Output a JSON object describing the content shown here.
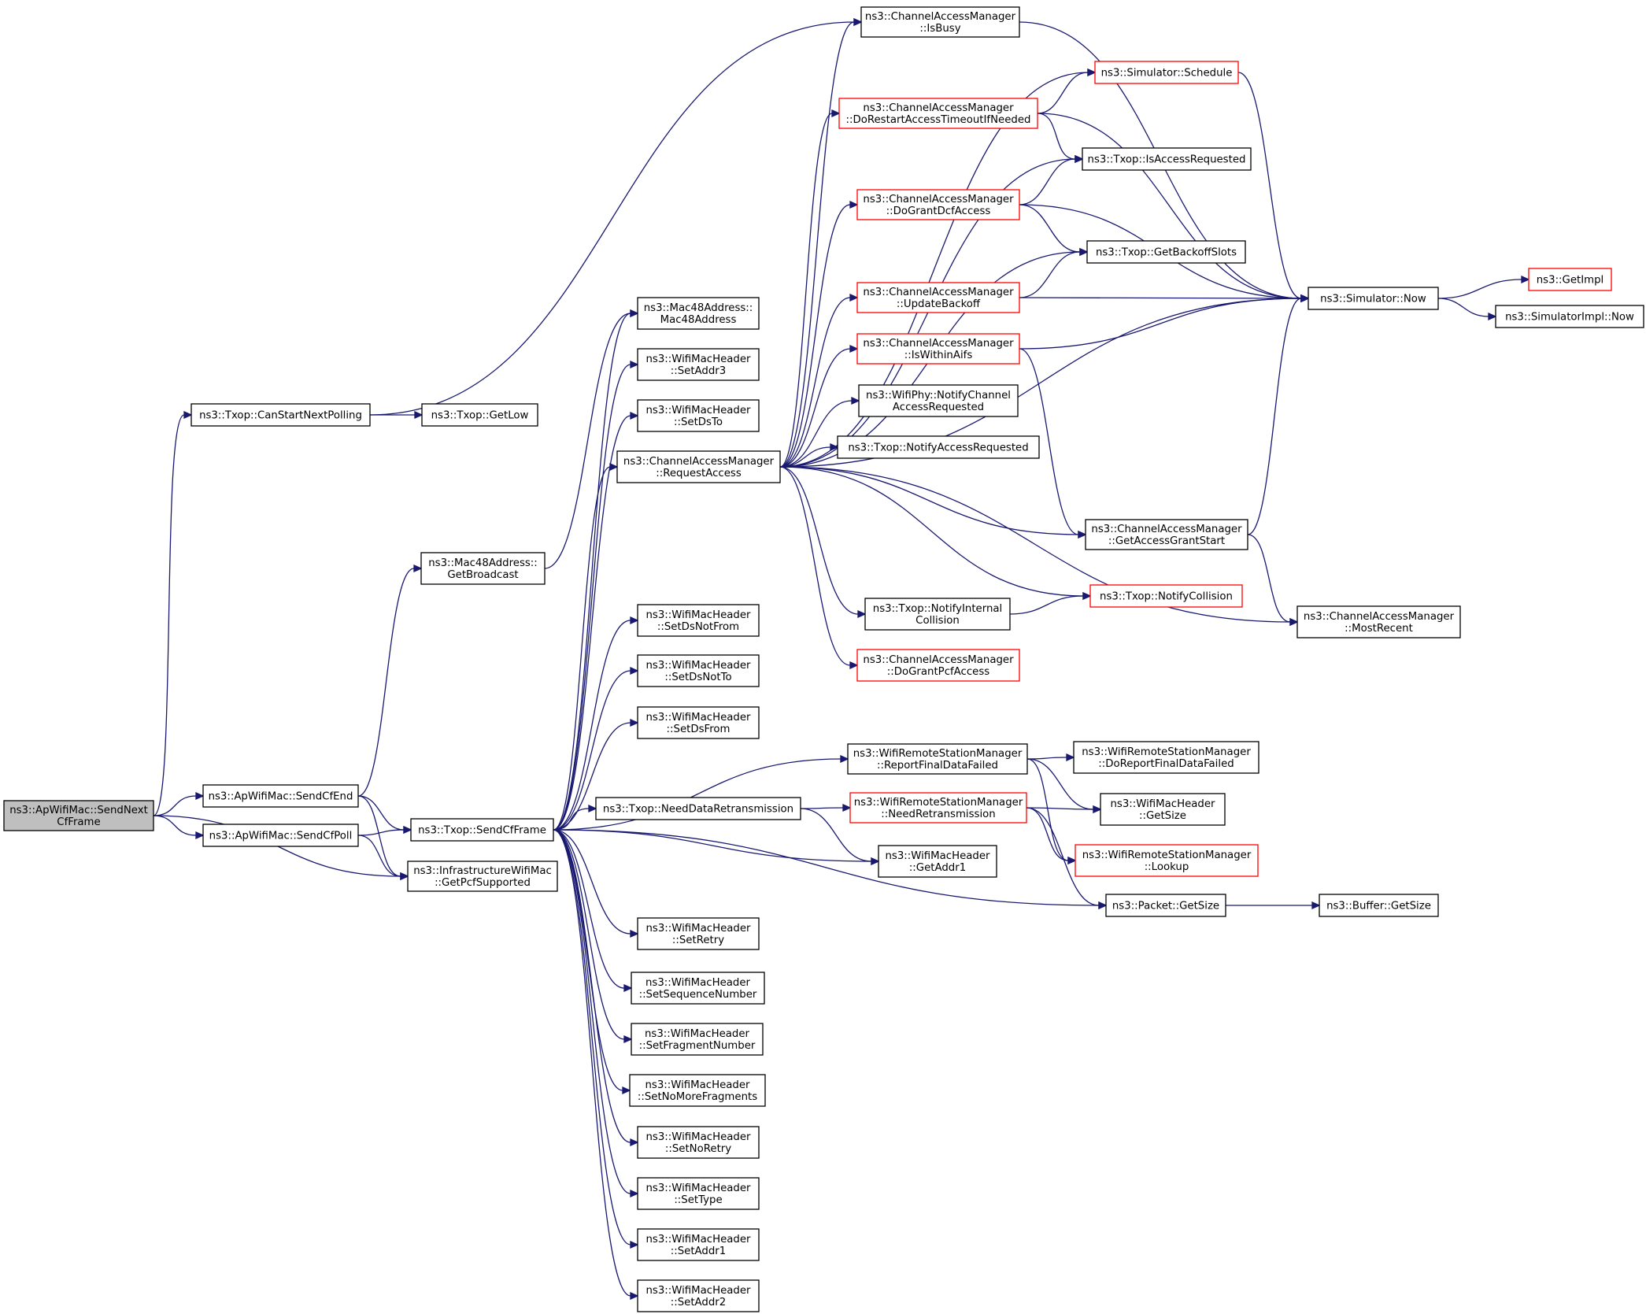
{
  "colors": {
    "edge": "#191970",
    "border": "#000000",
    "border_truncated": "#ff0000",
    "root_fill": "#bfbfbf",
    "fill": "#ffffff"
  },
  "nodes": [
    {
      "id": "root",
      "lines": [
        "ns3::ApWifiMac::SendNext",
        "CfFrame"
      ],
      "variant": "root"
    },
    {
      "id": "canstart",
      "lines": [
        "ns3::Txop::CanStartNextPolling"
      ]
    },
    {
      "id": "getlow",
      "lines": [
        "ns3::Txop::GetLow"
      ]
    },
    {
      "id": "isbusy",
      "lines": [
        "ns3::ChannelAccessManager",
        "::IsBusy"
      ]
    },
    {
      "id": "schedule",
      "lines": [
        "ns3::Simulator::Schedule"
      ],
      "variant": "red"
    },
    {
      "id": "dorestart",
      "lines": [
        "ns3::ChannelAccessManager",
        "::DoRestartAccessTimeoutIfNeeded"
      ],
      "variant": "red"
    },
    {
      "id": "isaccreq",
      "lines": [
        "ns3::Txop::IsAccessRequested"
      ]
    },
    {
      "id": "dograntdcf",
      "lines": [
        "ns3::ChannelAccessManager",
        "::DoGrantDcfAccess"
      ],
      "variant": "red"
    },
    {
      "id": "getbackoff",
      "lines": [
        "ns3::Txop::GetBackoffSlots"
      ]
    },
    {
      "id": "updbackoff",
      "lines": [
        "ns3::ChannelAccessManager",
        "::UpdateBackoff"
      ],
      "variant": "red"
    },
    {
      "id": "simnow",
      "lines": [
        "ns3::Simulator::Now"
      ]
    },
    {
      "id": "getimpl",
      "lines": [
        "ns3::GetImpl"
      ],
      "variant": "red"
    },
    {
      "id": "simimplnow",
      "lines": [
        "ns3::SimulatorImpl::Now"
      ]
    },
    {
      "id": "iswithin",
      "lines": [
        "ns3::ChannelAccessManager",
        "::IsWithinAifs"
      ],
      "variant": "red"
    },
    {
      "id": "mac48",
      "lines": [
        "ns3::Mac48Address::",
        "Mac48Address"
      ]
    },
    {
      "id": "setaddr3",
      "lines": [
        "ns3::WifiMacHeader",
        "::SetAddr3"
      ]
    },
    {
      "id": "setdsto",
      "lines": [
        "ns3::WifiMacHeader",
        "::SetDsTo"
      ]
    },
    {
      "id": "reqacc",
      "lines": [
        "ns3::ChannelAccessManager",
        "::RequestAccess"
      ]
    },
    {
      "id": "phynotify",
      "lines": [
        "ns3::WifiPhy::NotifyChannel",
        "AccessRequested"
      ]
    },
    {
      "id": "txnotifyacc",
      "lines": [
        "ns3::Txop::NotifyAccessRequested"
      ]
    },
    {
      "id": "getbcast",
      "lines": [
        "ns3::Mac48Address::",
        "GetBroadcast"
      ]
    },
    {
      "id": "getaccgrant",
      "lines": [
        "ns3::ChannelAccessManager",
        "::GetAccessGrantStart"
      ]
    },
    {
      "id": "notifyint",
      "lines": [
        "ns3::Txop::NotifyInternal",
        "Collision"
      ]
    },
    {
      "id": "notifycoll",
      "lines": [
        "ns3::Txop::NotifyCollision"
      ],
      "variant": "red"
    },
    {
      "id": "mostrecent",
      "lines": [
        "ns3::ChannelAccessManager",
        "::MostRecent"
      ]
    },
    {
      "id": "setdsnotfrom",
      "lines": [
        "ns3::WifiMacHeader",
        "::SetDsNotFrom"
      ]
    },
    {
      "id": "setdsnotto",
      "lines": [
        "ns3::WifiMacHeader",
        "::SetDsNotTo"
      ]
    },
    {
      "id": "dograntpcf",
      "lines": [
        "ns3::ChannelAccessManager",
        "::DoGrantPcfAccess"
      ],
      "variant": "red"
    },
    {
      "id": "setdsfrom",
      "lines": [
        "ns3::WifiMacHeader",
        "::SetDsFrom"
      ]
    },
    {
      "id": "reportfinal",
      "lines": [
        "ns3::WifiRemoteStationManager",
        "::ReportFinalDataFailed"
      ]
    },
    {
      "id": "doreport",
      "lines": [
        "ns3::WifiRemoteStationManager",
        "::DoReportFinalDataFailed"
      ]
    },
    {
      "id": "sendcfend",
      "lines": [
        "ns3::ApWifiMac::SendCfEnd"
      ]
    },
    {
      "id": "sendcfpoll",
      "lines": [
        "ns3::ApWifiMac::SendCfPoll"
      ]
    },
    {
      "id": "sendcfframe",
      "lines": [
        "ns3::Txop::SendCfFrame"
      ]
    },
    {
      "id": "needdataretx",
      "lines": [
        "ns3::Txop::NeedDataRetransmission"
      ]
    },
    {
      "id": "needretx",
      "lines": [
        "ns3::WifiRemoteStationManager",
        "::NeedRetransmission"
      ],
      "variant": "red"
    },
    {
      "id": "hdrgetsize",
      "lines": [
        "ns3::WifiMacHeader",
        "::GetSize"
      ]
    },
    {
      "id": "lookup",
      "lines": [
        "ns3::WifiRemoteStationManager",
        "::Lookup"
      ],
      "variant": "red"
    },
    {
      "id": "getaddr1",
      "lines": [
        "ns3::WifiMacHeader",
        "::GetAddr1"
      ]
    },
    {
      "id": "getpcf",
      "lines": [
        "ns3::InfrastructureWifiMac",
        "::GetPcfSupported"
      ]
    },
    {
      "id": "pktgetsize",
      "lines": [
        "ns3::Packet::GetSize"
      ]
    },
    {
      "id": "bufgetsize",
      "lines": [
        "ns3::Buffer::GetSize"
      ]
    },
    {
      "id": "setretry",
      "lines": [
        "ns3::WifiMacHeader",
        "::SetRetry"
      ]
    },
    {
      "id": "setseq",
      "lines": [
        "ns3::WifiMacHeader",
        "::SetSequenceNumber"
      ]
    },
    {
      "id": "setfrag",
      "lines": [
        "ns3::WifiMacHeader",
        "::SetFragmentNumber"
      ]
    },
    {
      "id": "setnomore",
      "lines": [
        "ns3::WifiMacHeader",
        "::SetNoMoreFragments"
      ]
    },
    {
      "id": "setnoretry",
      "lines": [
        "ns3::WifiMacHeader",
        "::SetNoRetry"
      ]
    },
    {
      "id": "settype",
      "lines": [
        "ns3::WifiMacHeader",
        "::SetType"
      ]
    },
    {
      "id": "setaddr1",
      "lines": [
        "ns3::WifiMacHeader",
        "::SetAddr1"
      ]
    },
    {
      "id": "setaddr2",
      "lines": [
        "ns3::WifiMacHeader",
        "::SetAddr2"
      ]
    }
  ],
  "edges": [
    [
      "root",
      "canstart"
    ],
    [
      "root",
      "sendcfend"
    ],
    [
      "root",
      "sendcfpoll"
    ],
    [
      "root",
      "getpcf"
    ],
    [
      "canstart",
      "isbusy"
    ],
    [
      "canstart",
      "getlow"
    ],
    [
      "isbusy",
      "simnow"
    ],
    [
      "schedule",
      "simnow"
    ],
    [
      "dorestart",
      "schedule"
    ],
    [
      "dorestart",
      "isaccreq"
    ],
    [
      "dorestart",
      "simnow"
    ],
    [
      "dograntdcf",
      "isaccreq"
    ],
    [
      "dograntdcf",
      "getbackoff"
    ],
    [
      "dograntdcf",
      "simnow"
    ],
    [
      "updbackoff",
      "getbackoff"
    ],
    [
      "updbackoff",
      "simnow"
    ],
    [
      "iswithin",
      "simnow"
    ],
    [
      "iswithin",
      "getaccgrant"
    ],
    [
      "simnow",
      "getimpl"
    ],
    [
      "simnow",
      "simimplnow"
    ],
    [
      "getaccgrant",
      "simnow"
    ],
    [
      "getaccgrant",
      "mostrecent"
    ],
    [
      "notifyint",
      "notifycoll"
    ],
    [
      "reqacc",
      "isbusy"
    ],
    [
      "reqacc",
      "schedule"
    ],
    [
      "reqacc",
      "dorestart"
    ],
    [
      "reqacc",
      "isaccreq"
    ],
    [
      "reqacc",
      "dograntdcf"
    ],
    [
      "reqacc",
      "getbackoff"
    ],
    [
      "reqacc",
      "updbackoff"
    ],
    [
      "reqacc",
      "iswithin"
    ],
    [
      "reqacc",
      "phynotify"
    ],
    [
      "reqacc",
      "txnotifyacc"
    ],
    [
      "reqacc",
      "simnow"
    ],
    [
      "reqacc",
      "getaccgrant"
    ],
    [
      "reqacc",
      "notifycoll"
    ],
    [
      "reqacc",
      "notifyint"
    ],
    [
      "reqacc",
      "dograntpcf"
    ],
    [
      "reqacc",
      "mostrecent"
    ],
    [
      "getbcast",
      "mac48"
    ],
    [
      "sendcfend",
      "getbcast"
    ],
    [
      "sendcfend",
      "sendcfframe"
    ],
    [
      "sendcfend",
      "getpcf"
    ],
    [
      "sendcfpoll",
      "sendcfframe"
    ],
    [
      "sendcfpoll",
      "getpcf"
    ],
    [
      "sendcfframe",
      "mac48"
    ],
    [
      "sendcfframe",
      "setaddr3"
    ],
    [
      "sendcfframe",
      "setdsto"
    ],
    [
      "sendcfframe",
      "reqacc"
    ],
    [
      "sendcfframe",
      "setdsnotfrom"
    ],
    [
      "sendcfframe",
      "setdsnotto"
    ],
    [
      "sendcfframe",
      "setdsfrom"
    ],
    [
      "sendcfframe",
      "reportfinal"
    ],
    [
      "sendcfframe",
      "needdataretx"
    ],
    [
      "sendcfframe",
      "getaddr1"
    ],
    [
      "sendcfframe",
      "pktgetsize"
    ],
    [
      "sendcfframe",
      "setretry"
    ],
    [
      "sendcfframe",
      "setseq"
    ],
    [
      "sendcfframe",
      "setfrag"
    ],
    [
      "sendcfframe",
      "setnomore"
    ],
    [
      "sendcfframe",
      "setnoretry"
    ],
    [
      "sendcfframe",
      "settype"
    ],
    [
      "sendcfframe",
      "setaddr1"
    ],
    [
      "sendcfframe",
      "setaddr2"
    ],
    [
      "needdataretx",
      "needretx"
    ],
    [
      "needdataretx",
      "getaddr1"
    ],
    [
      "needretx",
      "hdrgetsize"
    ],
    [
      "needretx",
      "lookup"
    ],
    [
      "needretx",
      "pktgetsize"
    ],
    [
      "reportfinal",
      "doreport"
    ],
    [
      "reportfinal",
      "hdrgetsize"
    ],
    [
      "reportfinal",
      "lookup"
    ],
    [
      "pktgetsize",
      "bufgetsize"
    ]
  ]
}
